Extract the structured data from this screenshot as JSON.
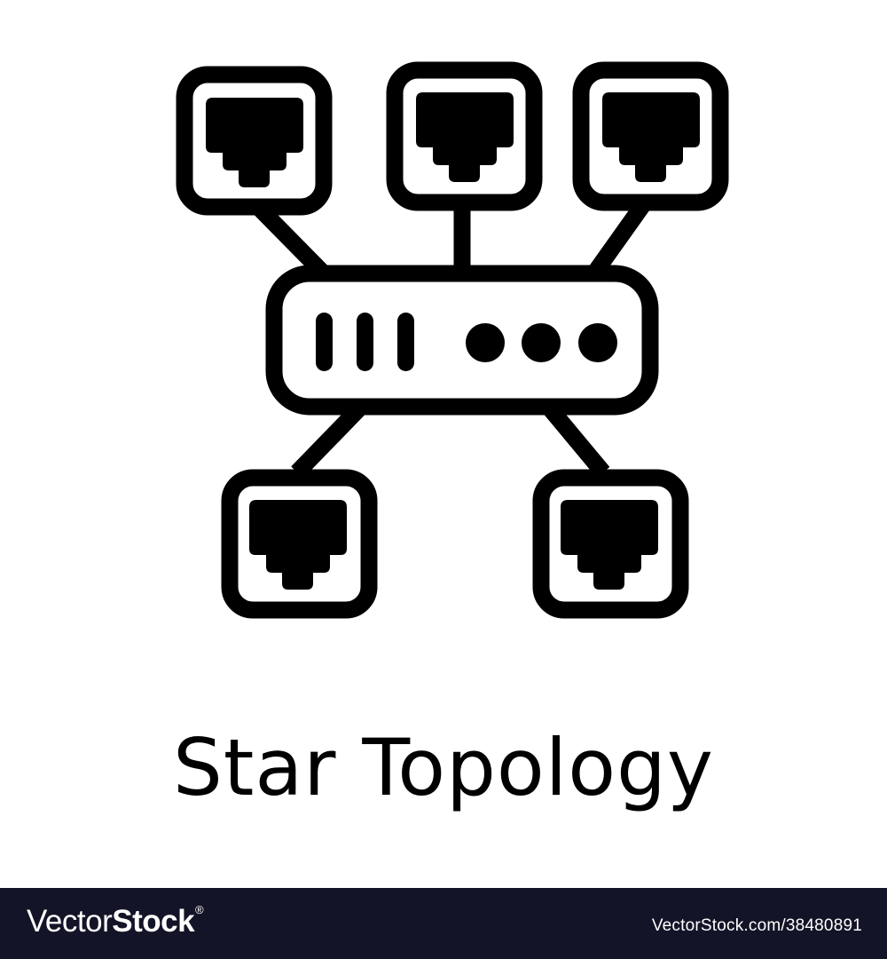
{
  "illustration": {
    "title": "Star Topology",
    "stroke_color": "#000000",
    "background_color": "#ffffff",
    "hub": {
      "icon": "network-switch-icon",
      "indicator_bars": 3,
      "indicator_dots": 3
    },
    "nodes": [
      {
        "id": "top-left",
        "icon": "ethernet-port-icon"
      },
      {
        "id": "top-center",
        "icon": "ethernet-port-icon"
      },
      {
        "id": "top-right",
        "icon": "ethernet-port-icon"
      },
      {
        "id": "bottom-left",
        "icon": "ethernet-port-icon"
      },
      {
        "id": "bottom-right",
        "icon": "ethernet-port-icon"
      }
    ]
  },
  "footer": {
    "background_color": "#131427",
    "brand_light": "Vector",
    "brand_bold": "Stock",
    "brand_mark": "®",
    "reference": "VectorStock.com/38480891"
  }
}
